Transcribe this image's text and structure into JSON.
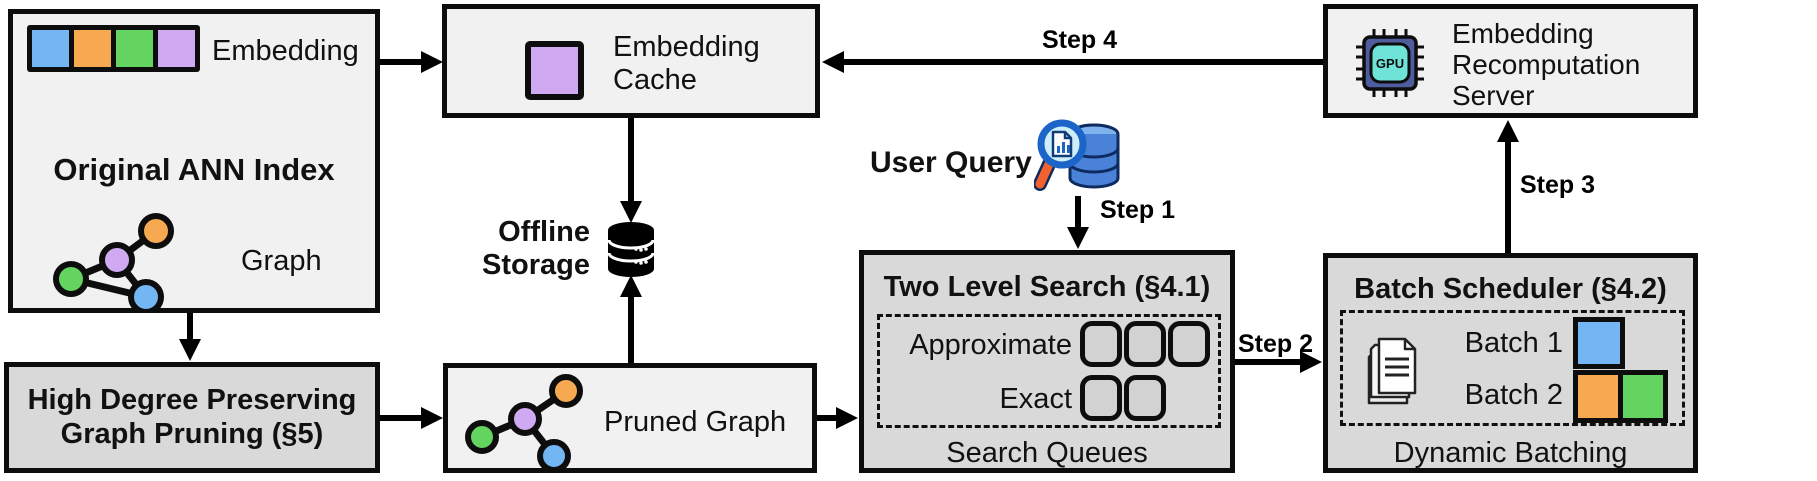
{
  "diagram": {
    "boxes": {
      "original_ann_index": {
        "title": "Original ANN Index",
        "embedding_label": "Embedding",
        "graph_label": "Graph"
      },
      "embedding_cache": {
        "label": "Embedding Cache"
      },
      "recomputation_server": {
        "label": "Embedding Recomputation Server",
        "gpu_icon_text": "GPU"
      },
      "high_degree_pruning": {
        "label": "High Degree Preserving Graph Pruning (§5)"
      },
      "pruned_graph": {
        "label": "Pruned Graph"
      },
      "two_level_search": {
        "title": "Two Level Search (§4.1)",
        "row1_label": "Approximate",
        "row2_label": "Exact",
        "approximate_queue_count": 3,
        "exact_queue_count": 2,
        "footer": "Search Queues"
      },
      "batch_scheduler": {
        "title": "Batch Scheduler (§4.2)",
        "batch1_label": "Batch 1",
        "batch2_label": "Batch 2",
        "footer": "Dynamic Batching"
      }
    },
    "offline_storage": {
      "label": "Offline Storage"
    },
    "user_query": {
      "label": "User Query"
    },
    "steps": {
      "step1": "Step 1",
      "step2": "Step 2",
      "step3": "Step 3",
      "step4": "Step 4"
    },
    "colors": {
      "blue": "#74b6f3",
      "orange": "#f6a950",
      "green": "#63d45f",
      "purple": "#cfaaf2",
      "box_light": "#f1f1f1",
      "box_dark": "#d9d9d9",
      "queue_slot_gray": "#d2d2d2",
      "gpu_chip": "#4f5d9e",
      "gpu_core": "#6fe3d7",
      "db_blue": "#4a82d8",
      "db_blue_light": "#7fb3ee",
      "magnifier_rim": "#1c64c8",
      "magnifier_lens": "#cdeef8",
      "magnifier_handle": "#f2622e",
      "outline": "#0d0d0d"
    }
  }
}
